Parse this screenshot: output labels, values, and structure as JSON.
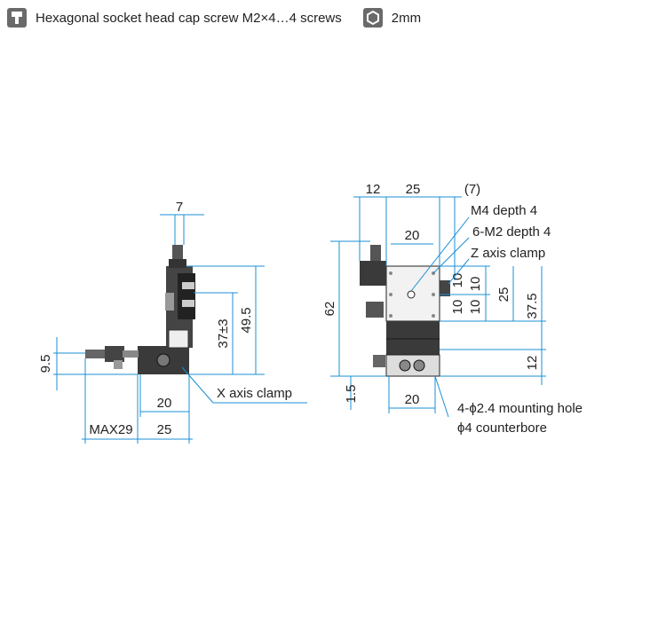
{
  "legend": {
    "screw_icon": "screw-head-icon",
    "screw_text": "Hexagonal socket head cap screw M2×4…4 screws",
    "wrench_icon": "hex-key-icon",
    "wrench_text": "2mm"
  },
  "side_view": {
    "dim_top": "7",
    "dim_height_clamp": "37±3",
    "dim_height": "49.5",
    "dim_left": "9.5",
    "dim_base": "20",
    "dim_max": "MAX29",
    "dim_width": "25",
    "callout_x_clamp": "X axis clamp"
  },
  "front_view": {
    "dim_top_left": "12",
    "dim_top_mid": "25",
    "dim_top_right": "(7)",
    "dim_inner": "20",
    "dim_height": "62",
    "dim_r1": "10",
    "dim_r2": "10",
    "dim_r3": "10",
    "dim_r4": "10",
    "dim_25": "25",
    "dim_375": "37.5",
    "dim_12": "12",
    "dim_15": "1.5",
    "dim_bottom": "20",
    "callout_m4": "M4 depth 4",
    "callout_m2": "6-M2 depth 4",
    "callout_z": "Z axis clamp",
    "callout_hole1": "4-ϕ2.4 mounting hole",
    "callout_hole2": "ϕ4 counterbore"
  },
  "colors": {
    "dimension": "#1b8fd4",
    "body": "#3a3a3a",
    "icon": "#6a6a6a"
  }
}
